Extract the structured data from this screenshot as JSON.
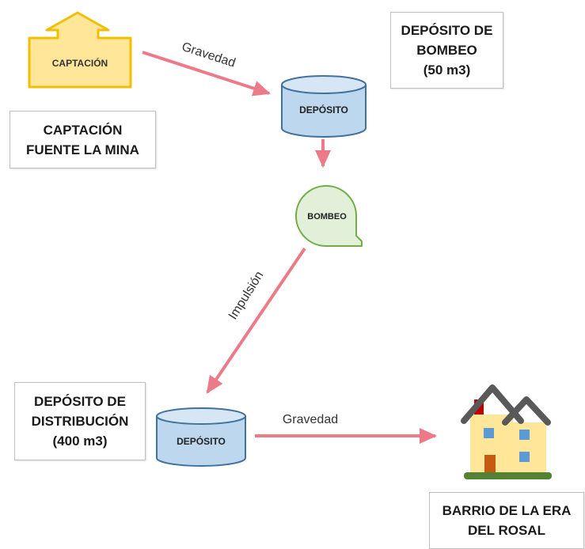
{
  "nodes": {
    "captacion": "CAPTACIÓN",
    "deposito_bombeo": "DEPÓSITO",
    "bombeo": "BOMBEO",
    "deposito_distribucion": "DEPÓSITO"
  },
  "flows": {
    "gravedad_1": "Gravedad",
    "impulsion": "Impulsión",
    "gravedad_2": "Gravedad"
  },
  "labels": {
    "captacion_fuente": [
      "CAPTACIÓN",
      "FUENTE LA MINA"
    ],
    "deposito_bombeo_info": [
      "DEPÓSITO DE",
      "BOMBEO",
      "(50 m3)"
    ],
    "deposito_distribucion_info": [
      "DEPÓSITO DE",
      "DISTRIBUCIÓN",
      "(400 m3)"
    ],
    "barrio": [
      "BARRIO DE LA ERA",
      "DEL ROSAL"
    ]
  },
  "colors": {
    "arrow": "#ed7a89",
    "captacion_fill": "#ffe699",
    "captacion_stroke": "#f0c000",
    "tank_fill": "#bdd7ee",
    "tank_stroke": "#41719c",
    "pump_fill": "#e2f0d9",
    "pump_stroke": "#70ad47"
  },
  "icons": {
    "house": "house-icon"
  }
}
